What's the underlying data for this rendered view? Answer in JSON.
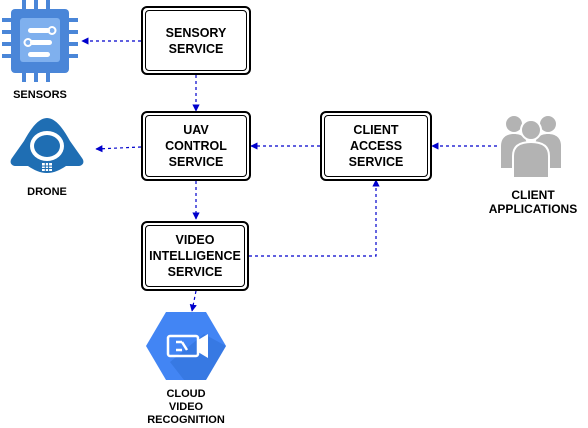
{
  "services": {
    "sensory": [
      "SENSORY",
      "SERVICE"
    ],
    "uav_control": [
      "UAV",
      "CONTROL",
      "SERVICE"
    ],
    "client_access": [
      "CLIENT",
      "ACCESS",
      "SERVICE"
    ],
    "video_intelligence": [
      "VIDEO",
      "INTELLIGENCE",
      "SERVICE"
    ]
  },
  "icons": {
    "sensors": {
      "label": "SENSORS",
      "icon": "chip-icon"
    },
    "drone": {
      "label": "DRONE",
      "icon": "drone-icon"
    },
    "client_applications": {
      "label": [
        "CLIENT",
        "APPLICATIONS"
      ],
      "icon": "users-group-icon"
    },
    "cloud_video_recognition": {
      "label": [
        "CLOUD",
        "VIDEO",
        "RECOGNITION"
      ],
      "icon": "video-recognition-icon"
    }
  },
  "colors": {
    "arrow": "#0000cc",
    "chip": "#4a86d8",
    "drone": "#1f6eb3",
    "users": "#b3b3b3",
    "gcp_hex": "#4285f4"
  }
}
